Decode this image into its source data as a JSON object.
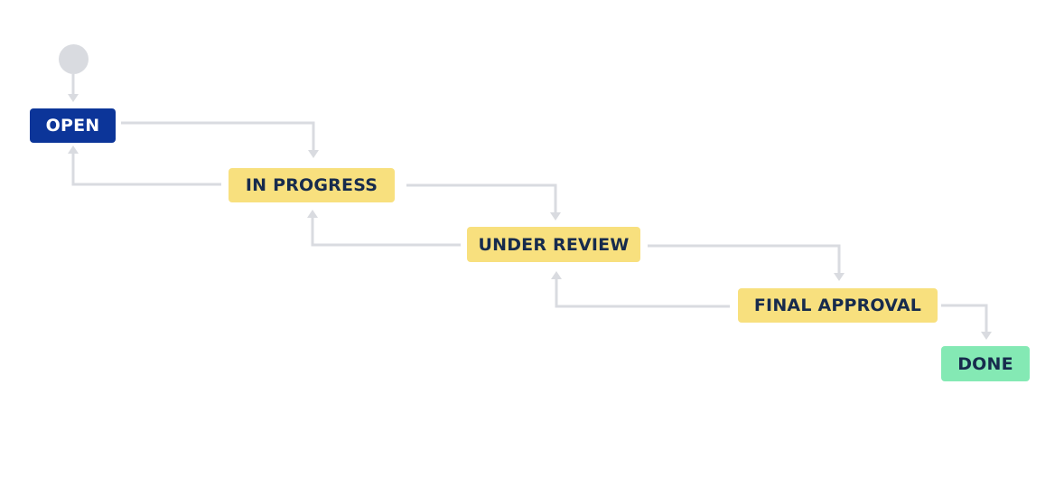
{
  "colors": {
    "connector": "#d9dbe0",
    "start": "#d9dbe0",
    "open_fill": "#0c3599",
    "open_text": "#ffffff",
    "progress_fill": "#f8e07e",
    "progress_text": "#172b4d",
    "done_fill": "#84e9b4",
    "done_text": "#172b4d"
  },
  "statuses": {
    "open": {
      "label": "OPEN",
      "category": "todo"
    },
    "in_progress": {
      "label": "IN PROGRESS",
      "category": "in-progress"
    },
    "under_review": {
      "label": "UNDER REVIEW",
      "category": "in-progress"
    },
    "final_approval": {
      "label": "FINAL APPROVAL",
      "category": "in-progress"
    },
    "done": {
      "label": "DONE",
      "category": "done"
    }
  },
  "transitions": [
    {
      "from": "start",
      "to": "open"
    },
    {
      "from": "open",
      "to": "in_progress"
    },
    {
      "from": "in_progress",
      "to": "open"
    },
    {
      "from": "in_progress",
      "to": "under_review"
    },
    {
      "from": "under_review",
      "to": "in_progress"
    },
    {
      "from": "under_review",
      "to": "final_approval"
    },
    {
      "from": "final_approval",
      "to": "under_review"
    },
    {
      "from": "final_approval",
      "to": "done"
    }
  ]
}
